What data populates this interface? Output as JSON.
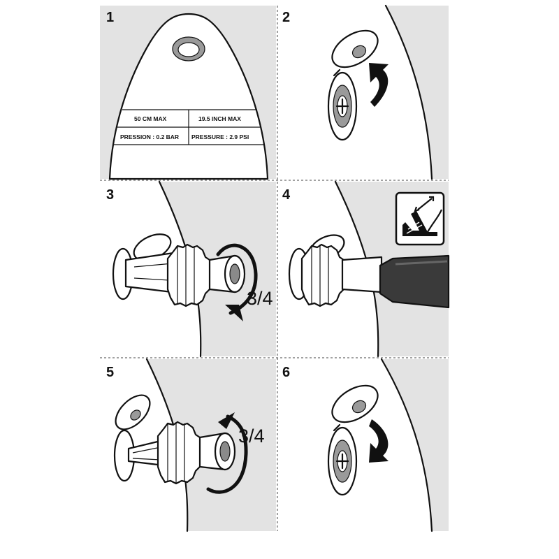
{
  "colors": {
    "panel_background": "#e3e3e3",
    "object_fill": "#ffffff",
    "outline": "#111111",
    "pump_hose": "#3a3a3a",
    "valve_core": "#8a8a8a"
  },
  "steps": [
    {
      "number": "1",
      "description_icons": [
        "fender-top",
        "eyelet-hole",
        "inflation-label"
      ]
    },
    {
      "number": "2",
      "description_icons": [
        "valve-cap-open",
        "curved-arrow-up"
      ]
    },
    {
      "number": "3",
      "description_icons": [
        "valve-adapter",
        "rotation-arrow"
      ]
    },
    {
      "number": "4",
      "description_icons": [
        "valve-adapter",
        "pump-hose",
        "pump-icon"
      ]
    },
    {
      "number": "5",
      "description_icons": [
        "valve-adapter",
        "rotation-arrow-reverse"
      ]
    },
    {
      "number": "6",
      "description_icons": [
        "valve-cap-closing",
        "curved-arrow-down"
      ]
    }
  ],
  "fender_label": {
    "cm_max": "50 CM MAX",
    "inch_max": "19.5 INCH MAX",
    "pression": "PRESSION : 0.2 BAR",
    "pressure": "PRESSURE : 2.9 PSI"
  },
  "turn_label_step3": "3/4",
  "turn_label_step5": "3/4"
}
